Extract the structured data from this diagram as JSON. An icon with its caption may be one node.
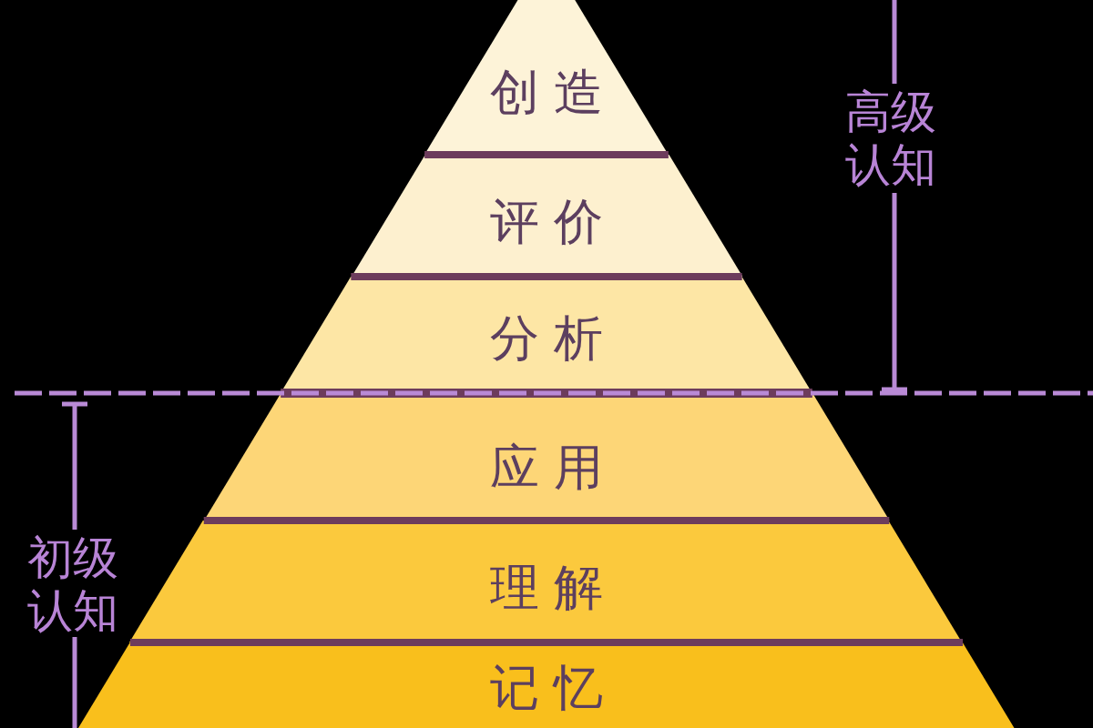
{
  "diagram": {
    "nodes": [
      {
        "text": [
          "创造"
        ]
      },
      {
        "text": [
          "评价"
        ]
      },
      {
        "text": [
          "分析"
        ]
      },
      {
        "text": [
          "应用"
        ]
      },
      {
        "text": [
          "理解"
        ]
      },
      {
        "text": [
          "记忆"
        ]
      }
    ],
    "labels": [
      "高级认知",
      "初级认知"
    ]
  }
}
